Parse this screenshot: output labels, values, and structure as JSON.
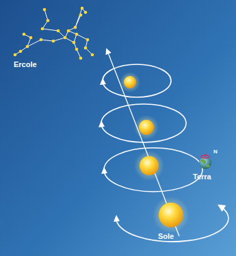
{
  "diagram": {
    "labels": [
      "Ercole",
      "N",
      "Terra",
      "Sole"
    ]
  }
}
